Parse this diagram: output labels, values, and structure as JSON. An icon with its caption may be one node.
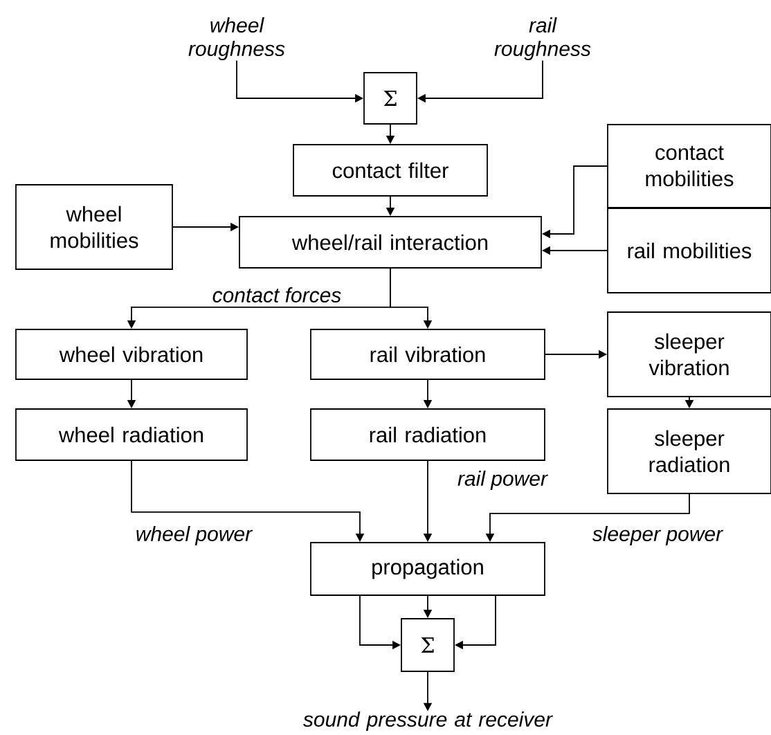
{
  "diagram": {
    "nodes": [
      {
        "text": [
          "wheel roughness"
        ]
      },
      {
        "text": [
          "rail roughness"
        ]
      },
      {
        "text": [
          "Σ"
        ]
      },
      {
        "text": [
          "contact filter"
        ]
      },
      {
        "text": [
          "wheel mobilities"
        ]
      },
      {
        "text": [
          "wheel/rail interaction"
        ]
      },
      {
        "text": [
          "contact mobilities"
        ]
      },
      {
        "text": [
          "rail mobilities"
        ]
      },
      {
        "text": [
          "wheel vibration"
        ]
      },
      {
        "text": [
          "rail vibration"
        ]
      },
      {
        "text": [
          "sleeper vibration"
        ]
      },
      {
        "text": [
          "wheel radiation"
        ]
      },
      {
        "text": [
          "rail radiation"
        ]
      },
      {
        "text": [
          "sleeper radiation"
        ]
      },
      {
        "text": [
          "propagation"
        ]
      },
      {
        "text": [
          "Σ"
        ]
      },
      {
        "text": [
          "sound pressure at receiver"
        ]
      }
    ],
    "edges": [
      {
        "from": 0,
        "to": 2,
        "arrow": "to"
      },
      {
        "from": 1,
        "to": 2,
        "arrow": "to"
      },
      {
        "from": 2,
        "to": 3,
        "arrow": "to"
      },
      {
        "from": 3,
        "to": 5,
        "arrow": "to"
      },
      {
        "from": 4,
        "to": 5,
        "arrow": "to"
      },
      {
        "from": 6,
        "to": 5,
        "arrow": "to"
      },
      {
        "from": 7,
        "to": 5,
        "arrow": "to"
      },
      {
        "from": 5,
        "to": 8,
        "arrow": "to",
        "label": "contact forces"
      },
      {
        "from": 5,
        "to": 9,
        "arrow": "to"
      },
      {
        "from": 9,
        "to": 10,
        "arrow": "to"
      },
      {
        "from": 8,
        "to": 11,
        "arrow": "to"
      },
      {
        "from": 9,
        "to": 12,
        "arrow": "to"
      },
      {
        "from": 10,
        "to": 13,
        "arrow": "to"
      },
      {
        "from": 11,
        "to": 14,
        "arrow": "to",
        "label": "wheel power"
      },
      {
        "from": 12,
        "to": 14,
        "arrow": "to",
        "label": "rail power"
      },
      {
        "from": 13,
        "to": 14,
        "arrow": "to",
        "label": "sleeper power"
      },
      {
        "from": 14,
        "to": 15,
        "arrow": "to"
      },
      {
        "from": 14,
        "to": 15,
        "arrow": "to"
      },
      {
        "from": 14,
        "to": 15,
        "arrow": "to"
      },
      {
        "from": 15,
        "to": 16,
        "arrow": "to"
      }
    ]
  }
}
